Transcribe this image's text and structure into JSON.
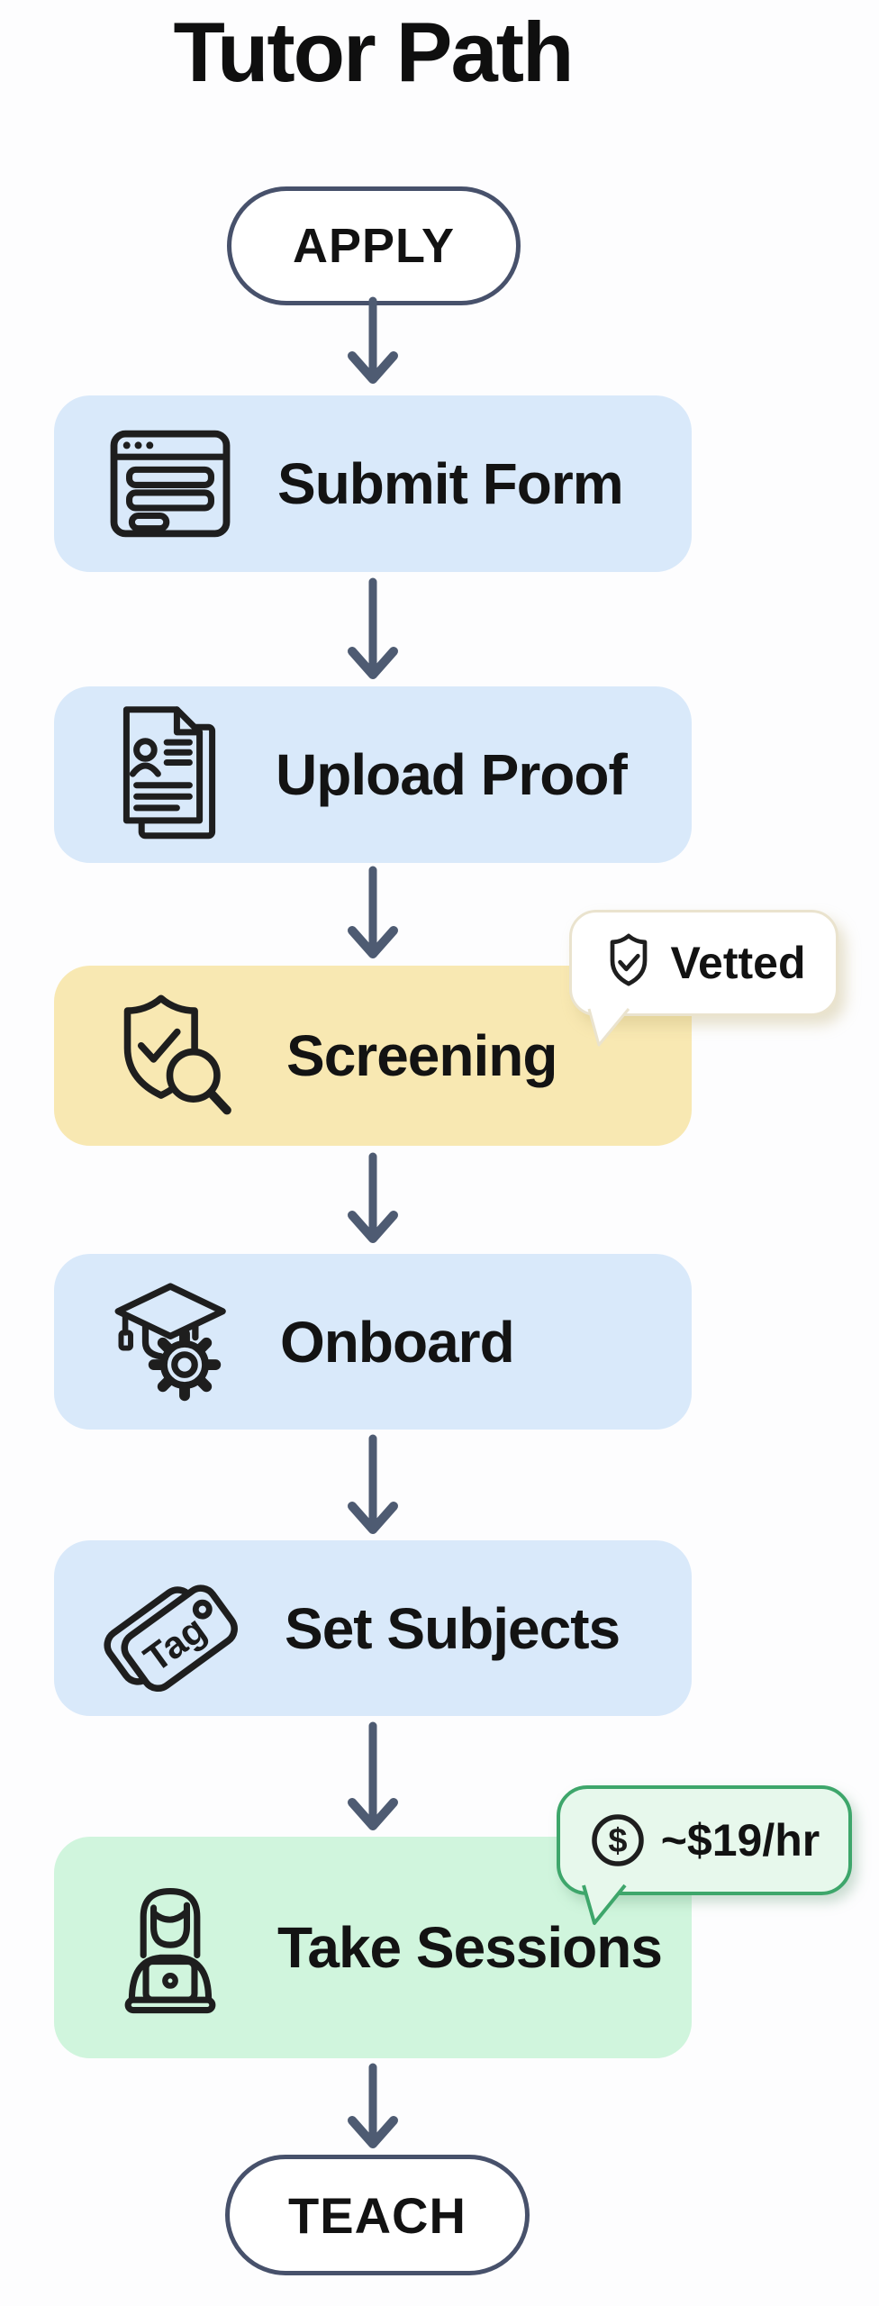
{
  "title": "Tutor Path",
  "colors": {
    "step_blue": "#d9e9fa",
    "step_yellow": "#f8e8b2",
    "step_green": "#d0f5dd",
    "arrow": "#4e5b72",
    "pill_border": "#47516b",
    "badge_rate_border": "#3ea66b",
    "badge_rate_bg": "#e7f8ec",
    "badge_vetted_border": "#eae3ce",
    "text": "#131313"
  },
  "flow": {
    "start_label": "APPLY",
    "steps": [
      {
        "label": "Submit Form",
        "icon": "form-window-icon",
        "color": "blue"
      },
      {
        "label": "Upload Proof",
        "icon": "documents-person-icon",
        "color": "blue"
      },
      {
        "label": "Screening",
        "icon": "shield-check-magnifier-icon",
        "color": "yellow"
      },
      {
        "label": "Onboard",
        "icon": "graduation-cap-gear-icon",
        "color": "blue"
      },
      {
        "label": "Set Subjects",
        "icon": "price-tags-icon",
        "color": "blue"
      },
      {
        "label": "Take Sessions",
        "icon": "person-laptop-icon",
        "color": "green"
      }
    ],
    "end_label": "TEACH"
  },
  "badges": {
    "vetted": {
      "label": "Vetted",
      "icon": "shield-check-icon",
      "attached_to": "Screening"
    },
    "rate": {
      "label": "~$19/hr",
      "icon": "dollar-circle-icon",
      "attached_to": "Take Sessions"
    }
  },
  "icons": {
    "tag_label": "Tag",
    "dollar_symbol": "$"
  }
}
